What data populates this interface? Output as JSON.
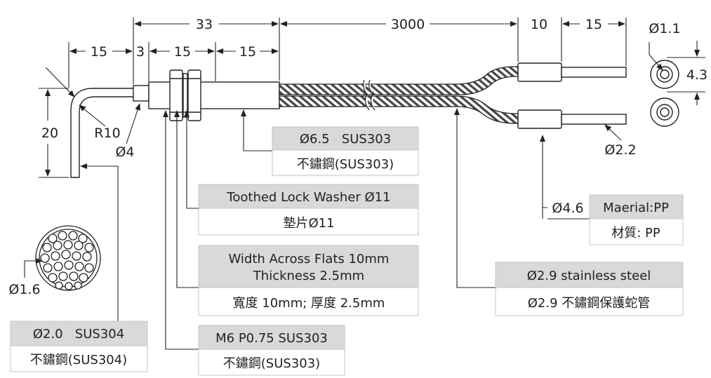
{
  "dimensions": {
    "d33": "33",
    "d3000": "3000",
    "d10": "10",
    "d15_right": "15",
    "d15_left": "15",
    "d3": "3",
    "d15_a": "15",
    "d15_b": "15",
    "d20": "20",
    "r10": "R10",
    "phi4": "Ø4",
    "phi1_1": "Ø1.1",
    "d4_3": "4.3",
    "phi2_2": "Ø2.2",
    "phi4_6": "Ø4.6",
    "phi1_6": "Ø1.6"
  },
  "callouts": {
    "body": {
      "en": "Ø6.5   SUS303",
      "zh": "不鏽鋼(SUS303)"
    },
    "washer": {
      "en": "Toothed Lock Washer Ø11",
      "zh": "墊片Ø11"
    },
    "nut": {
      "en_line1": "Width Across Flats 10mm",
      "en_line2": "Thickness 2.5mm",
      "zh": "寬度 10mm; 厚度 2.5mm"
    },
    "thread": {
      "en": "M6 P0.75 SUS303",
      "zh": "不鏽鋼(SUS303)"
    },
    "tube": {
      "en": "Ø2.0   SUS304",
      "zh": "不鏽鋼(SUS304)"
    },
    "material": {
      "en": "Maerial:PP",
      "zh": "材質: PP"
    },
    "hose": {
      "en": "Ø2.9 stainless steel",
      "zh": "Ø2.9 不鏽鋼保護蛇管"
    }
  }
}
